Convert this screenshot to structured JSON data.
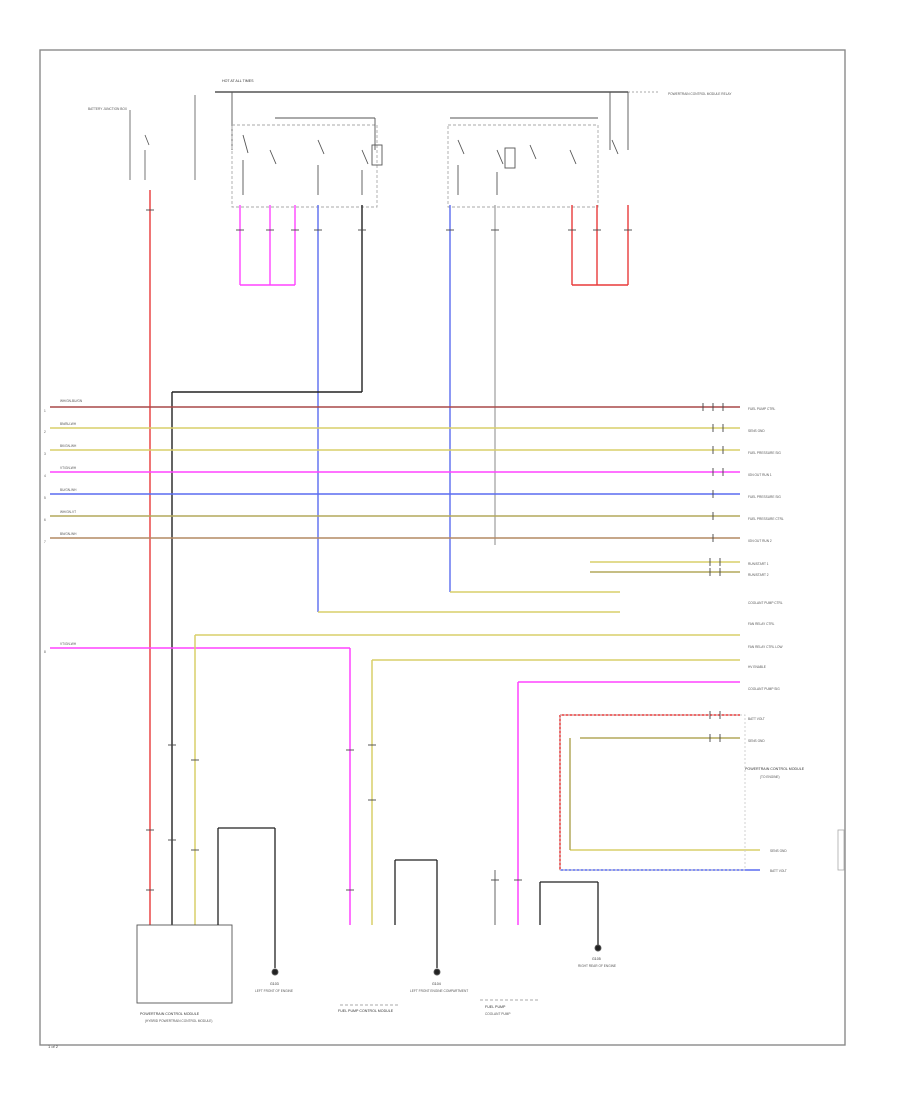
{
  "diagram": {
    "top_labels": {
      "fuse_box": "HOT AT ALL TIMES",
      "left_note": "BATTERY JUNCTION BOX",
      "right_note": "POWERTRAIN CONTROL MODULE RELAY"
    },
    "left_wires": [
      {
        "pin": "1",
        "code": "WH/GN-BU/GN"
      },
      {
        "pin": "2",
        "code": "BN/BU-WH"
      },
      {
        "pin": "3",
        "code": "BK/GN-WH"
      },
      {
        "pin": "4",
        "code": "VT/GN-WH"
      },
      {
        "pin": "5",
        "code": "BU/GN-WH"
      },
      {
        "pin": "6",
        "code": "WH/GN-VT"
      },
      {
        "pin": "7",
        "code": "BN/GN-WH"
      },
      {
        "pin": "8",
        "code": "VT/GN-WH"
      }
    ],
    "right_labels": [
      "FUEL PUMP CTRL",
      "SENS GND",
      "FUEL PRESSURE SIG",
      "IGN OUT RUN 1",
      "FUEL PRESSURE SIG",
      "FUEL PRESSURE CTRL",
      "IGN OUT RUN 2",
      "RUN/START 1",
      "RUN/START 2",
      "COOLANT PUMP CTRL",
      "FAN RELAY CTRL",
      "FAN RELAY CTRL LOW",
      "HV ENABLE",
      "COOLANT PUMP SIG",
      "BATT VOLT",
      "SENS GND",
      "SENS GND",
      "BATT VOLT"
    ],
    "right_module": "POWERTRAIN CONTROL MODULE",
    "right_module_sub": "(TO ENGINE)",
    "bottom_components": [
      {
        "name": "POWERTRAIN CONTROL MODULE",
        "sub": "(HYBRID POWERTRAIN CONTROL MODULE)"
      },
      {
        "name": "G103",
        "sub": "LEFT FRONT OF ENGINE"
      },
      {
        "name": "FUEL PUMP CONTROL MODULE",
        "sub": ""
      },
      {
        "name": "G104",
        "sub": "LEFT FRONT ENGINE COMPARTMENT"
      },
      {
        "name": "FUEL PUMP",
        "sub": "COOLANT PUMP"
      },
      {
        "name": "G105",
        "sub": "RIGHT REAR OF ENGINE"
      }
    ],
    "page_no": "1 of 2",
    "colors": {
      "red": "#e83a3a",
      "pink": "#ff44ff",
      "blue": "#5a6cf0",
      "yellow": "#d9cf6a",
      "olive": "#b3a85b",
      "brown": "#b48a64",
      "darkred": "#a84848",
      "gray": "#6c6c6c",
      "black": "#222222"
    }
  }
}
